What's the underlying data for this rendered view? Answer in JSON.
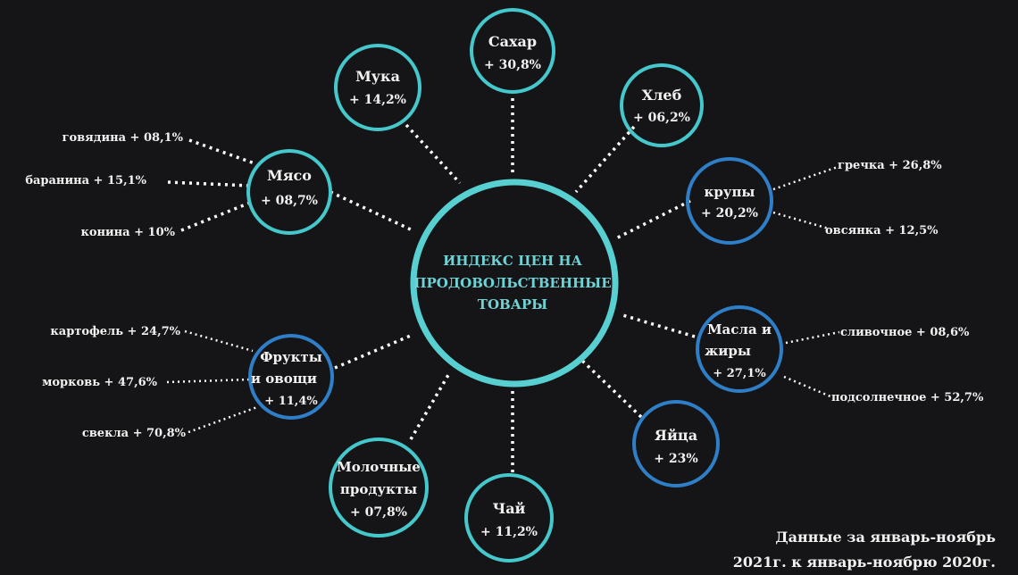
{
  "center": {
    "lines": [
      "ИНДЕКС ЦЕН НА",
      "ПРОДОВОЛЬСТВЕННЫЕ",
      "ТОВАРЫ"
    ]
  },
  "categories": {
    "sakhar": {
      "name": "Сахар",
      "value": "+ 30,8%"
    },
    "muka": {
      "name": "Мука",
      "value": "+ 14,2%"
    },
    "khleb": {
      "name": "Хлеб",
      "value": "+ 06,2%"
    },
    "myaso": {
      "name": "Мясо",
      "value": "+ 08,7%"
    },
    "krupy": {
      "name": "крупы",
      "value": "+ 20,2%"
    },
    "masla": {
      "name_line1": "Масла и",
      "name_line2": "жиры",
      "value": "+ 27,1%"
    },
    "frukty": {
      "name_line1": "Фрукты",
      "name_line2": "и овощи",
      "value": "+ 11,4%"
    },
    "yaytsa": {
      "name": "Яйца",
      "value": "+ 23%"
    },
    "moloko": {
      "name_line1": "Молочные",
      "name_line2": "продукты",
      "value": "+ 07,8%"
    },
    "chay": {
      "name": "Чай",
      "value": "+ 11,2%"
    }
  },
  "subitems": {
    "govyadina": "говядина + 08,1%",
    "baranina": "баранина + 15,1%",
    "konina": "конина + 10%",
    "grechka": "гречка + 26,8%",
    "ovsyanka": "овсянка + 12,5%",
    "slivochnoe": "сливочное + 08,6%",
    "podsolnechnoe": "подсолнечное + 52,7%",
    "kartofel": "картофель + 24,7%",
    "morkov": "морковь + 47,6%",
    "svekla": "свекла + 70,8%"
  },
  "footnote": {
    "line1": "Данные за январь-ноябрь",
    "line2": "2021г. к январь-ноябрю 2020г."
  },
  "colors": {
    "background": "#151517",
    "teal_ring": "#45c8cc",
    "blue_ring": "#2f7fc8",
    "center_text": "#6fd3d6"
  }
}
